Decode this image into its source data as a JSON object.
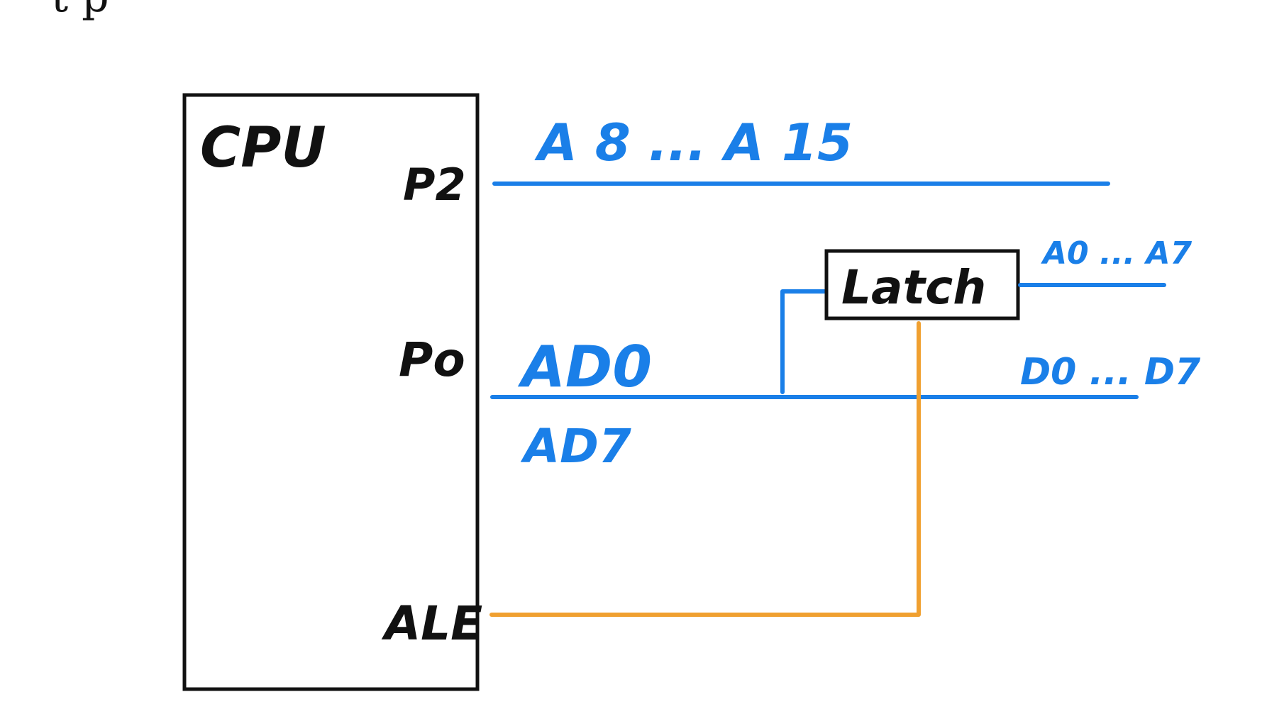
{
  "diagram": {
    "top_text": "t p",
    "cpu": {
      "label": "CPU"
    },
    "ports": {
      "p2": "P2",
      "p0": "Po",
      "ale": "ALE"
    },
    "latch": {
      "label": "Latch"
    },
    "signals": {
      "high_address": "A 8 ... A 15",
      "latched_address": "A0 ... A7",
      "mux_bus_line1": "AD0",
      "mux_bus_line2": "AD7",
      "data_bus": "D0 ... D7"
    },
    "colors": {
      "ink": "#111111",
      "bus": "#1a7fe8",
      "control": "#f0a030"
    }
  }
}
